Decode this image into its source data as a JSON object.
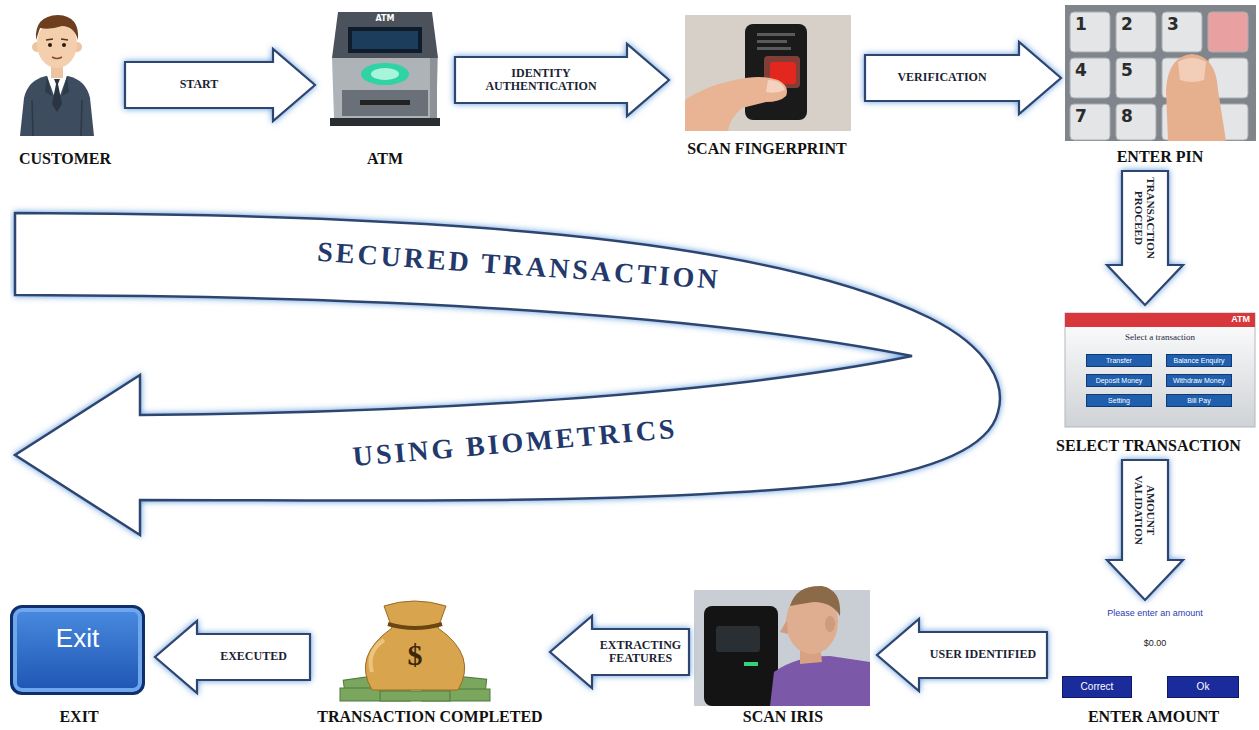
{
  "diagram": {
    "nodes": [
      {
        "text": [
          "CUSTOMER"
        ]
      },
      {
        "text": [
          "ATM"
        ]
      },
      {
        "text": [
          "SCAN FINGERPRINT"
        ]
      },
      {
        "text": [
          "ENTER PIN"
        ]
      },
      {
        "text": [
          "SECURED TRANSACTION",
          "USING BIOMETRICS"
        ]
      },
      {
        "text": [
          "SELECT TRANSACTION"
        ]
      },
      {
        "text": [
          "ENTER AMOUNT"
        ]
      },
      {
        "text": [
          "SCAN IRIS"
        ]
      },
      {
        "text": [
          "TRANSACTION COMPLETED"
        ]
      },
      {
        "text": [
          "Exit",
          "EXIT"
        ]
      }
    ],
    "edges": [
      {
        "from": 0,
        "to": 1,
        "arrow": "to",
        "label": "START"
      },
      {
        "from": 1,
        "to": 2,
        "arrow": "to",
        "label": "IDENTITY AUTHENTICATION"
      },
      {
        "from": 2,
        "to": 3,
        "arrow": "to",
        "label": "VERIFICATION"
      },
      {
        "from": 3,
        "to": 5,
        "arrow": "to",
        "label": "TRANSACTION PROCEED"
      },
      {
        "from": 5,
        "to": 6,
        "arrow": "to",
        "label": "AMOUNT VALIDATION"
      },
      {
        "from": 6,
        "to": 7,
        "arrow": "to",
        "label": "USER IDENTIFIED"
      },
      {
        "from": 7,
        "to": 8,
        "arrow": "to",
        "label": "EXTRACTING FEATURES"
      },
      {
        "from": 8,
        "to": 9,
        "arrow": "to",
        "label": "EXECUTED"
      }
    ],
    "labels": [
      "ATM",
      "1",
      "2",
      "3",
      "4",
      "5",
      "7",
      "8",
      "ATM",
      "Select a transaction",
      "Transfer",
      "Balance Enquiry",
      "Deposit Money",
      "Withdraw Money",
      "Setting",
      "Bill Pay",
      "Please enter an amount",
      "$0.00",
      "Correct",
      "Ok",
      "$"
    ]
  }
}
